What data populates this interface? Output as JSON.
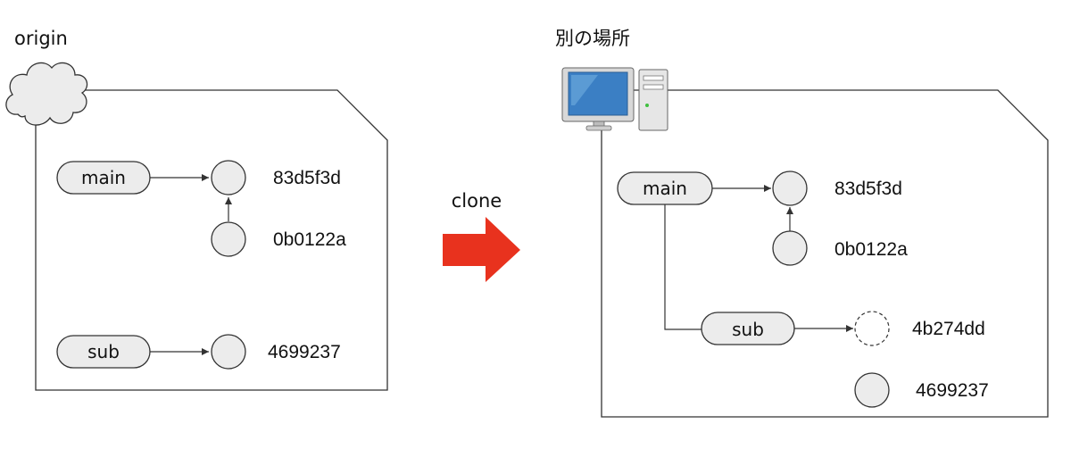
{
  "left": {
    "title": "origin",
    "branches": {
      "main": "main",
      "sub": "sub"
    },
    "commits": {
      "top": "83d5f3d",
      "parent": "0b0122a",
      "sub": "4699237"
    }
  },
  "arrow": {
    "label": "clone",
    "color": "#e8321e"
  },
  "right": {
    "title": "別の場所",
    "branches": {
      "main": "main",
      "sub": "sub"
    },
    "commits": {
      "top": "83d5f3d",
      "parent": "0b0122a",
      "sub_new": "4b274dd",
      "orphan": "4699237"
    }
  },
  "icons": {
    "origin": "cloud-icon",
    "clone_location": "computer-icon"
  }
}
